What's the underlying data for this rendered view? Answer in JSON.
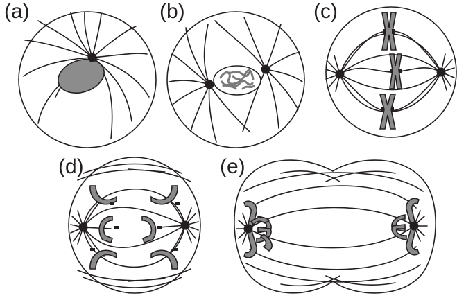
{
  "panels": [
    {
      "label": "(a)"
    },
    {
      "label": "(b)"
    },
    {
      "label": "(c)"
    },
    {
      "label": "(d)"
    },
    {
      "label": "(e)"
    }
  ],
  "colors": {
    "line": "#231f20",
    "chromatin": "#7a7a7a",
    "chromosome_fill": "#8a8a8a",
    "nucleus_fill": "#8c8c8c"
  }
}
